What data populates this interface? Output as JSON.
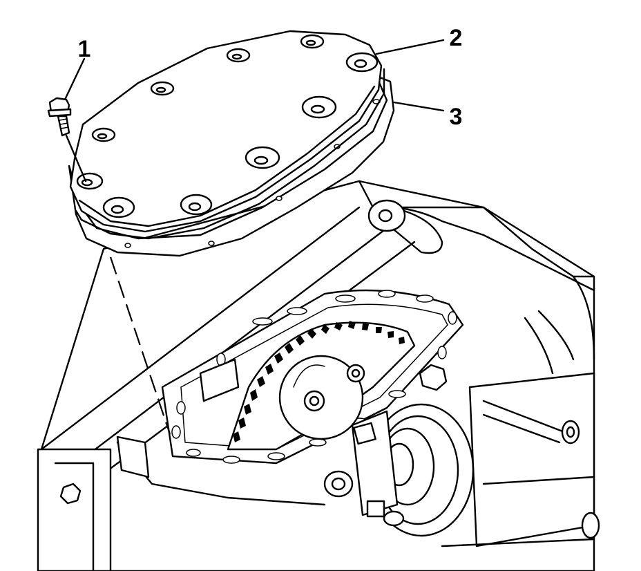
{
  "figure": {
    "background": "#ffffff",
    "line_color": "#000000",
    "callouts": [
      {
        "id": "1",
        "label": "1"
      },
      {
        "id": "2",
        "label": "2"
      },
      {
        "id": "3",
        "label": "3"
      }
    ]
  }
}
